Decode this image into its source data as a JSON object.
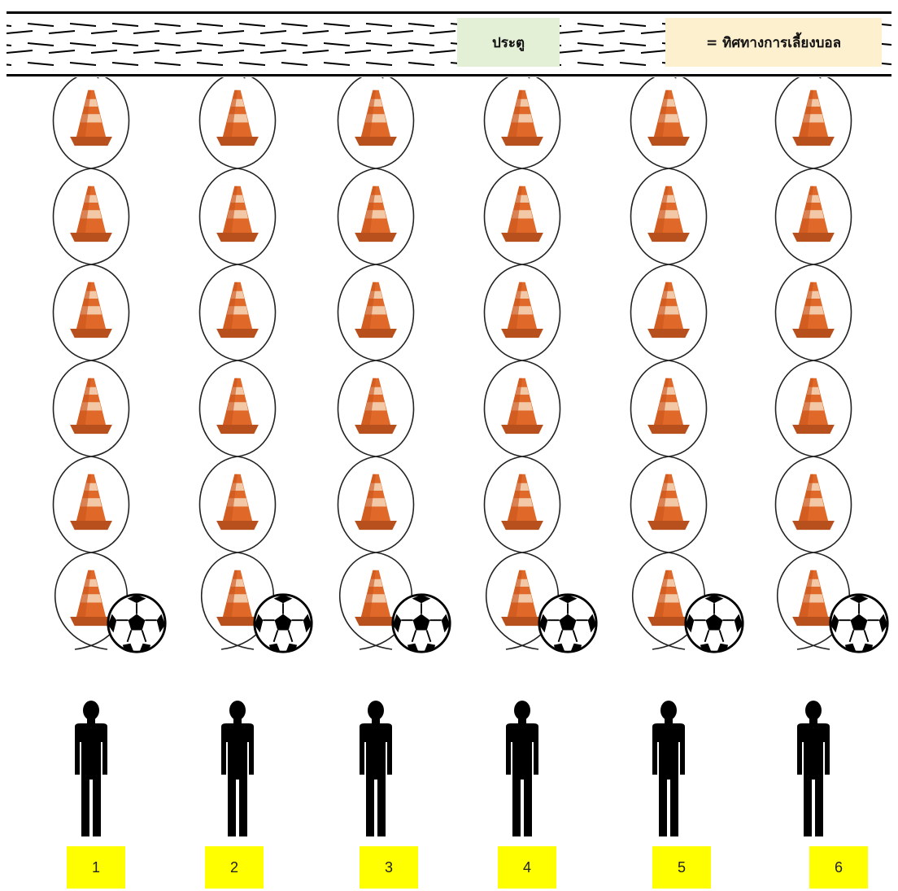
{
  "legend": {
    "goal_label": "ประตู",
    "dribble_direction_label": "= ทิศทางการเลี้ยงบอล"
  },
  "lanes": [
    {
      "label": "1"
    },
    {
      "label": "2"
    },
    {
      "label": "3"
    },
    {
      "label": "4"
    },
    {
      "label": "5"
    },
    {
      "label": "6"
    }
  ],
  "cones_per_lane": 6,
  "colors": {
    "cone_orange": "#e0692a",
    "cone_stripe": "#f3c8a6",
    "lane_label_bg": "#ffff00",
    "goal_label_bg": "#e3f0d6",
    "direction_label_bg": "#fdf0cf"
  },
  "icons": {
    "cone": "traffic-cone-icon",
    "ball": "soccer-ball-icon",
    "player": "player-silhouette-icon",
    "path": "dribble-path-arrow"
  }
}
